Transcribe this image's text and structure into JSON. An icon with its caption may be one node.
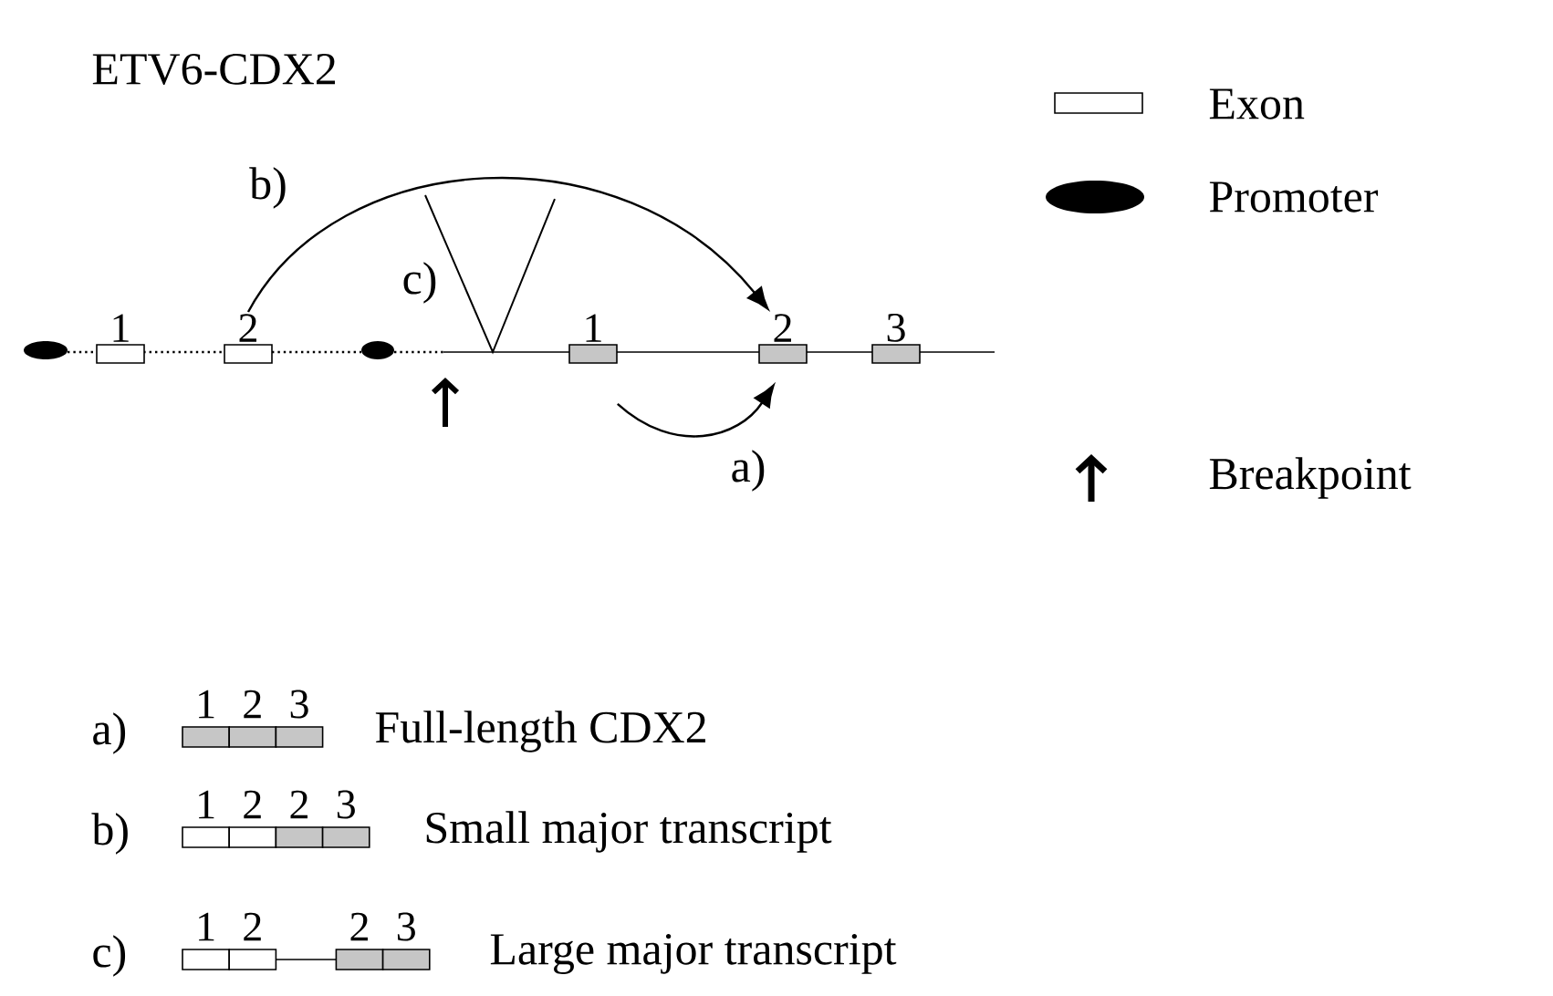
{
  "diagram": {
    "title": "ETV6-CDX2",
    "nodes": [
      {
        "text": [
          "1"
        ]
      },
      {
        "text": [
          "2"
        ]
      },
      {
        "text": [
          "1"
        ]
      },
      {
        "text": [
          "2"
        ]
      },
      {
        "text": [
          "3"
        ]
      }
    ],
    "edges": [
      {
        "from": 1,
        "to": 3,
        "arrow": "to",
        "label": "b)"
      },
      {
        "from": 2,
        "to": 3,
        "arrow": "to",
        "label": "a)"
      }
    ],
    "labels": [
      "c)",
      "a)",
      "1",
      "2",
      "3",
      "Full-length CDX2",
      "b)",
      "1",
      "2",
      "2",
      "3",
      "Small major transcript",
      "c)",
      "1",
      "2",
      "2",
      "3",
      "Large major transcript"
    ],
    "legend": [
      {
        "text": "Exon"
      },
      {
        "text": "Promoter"
      },
      {
        "text": "Breakpoint"
      }
    ]
  }
}
